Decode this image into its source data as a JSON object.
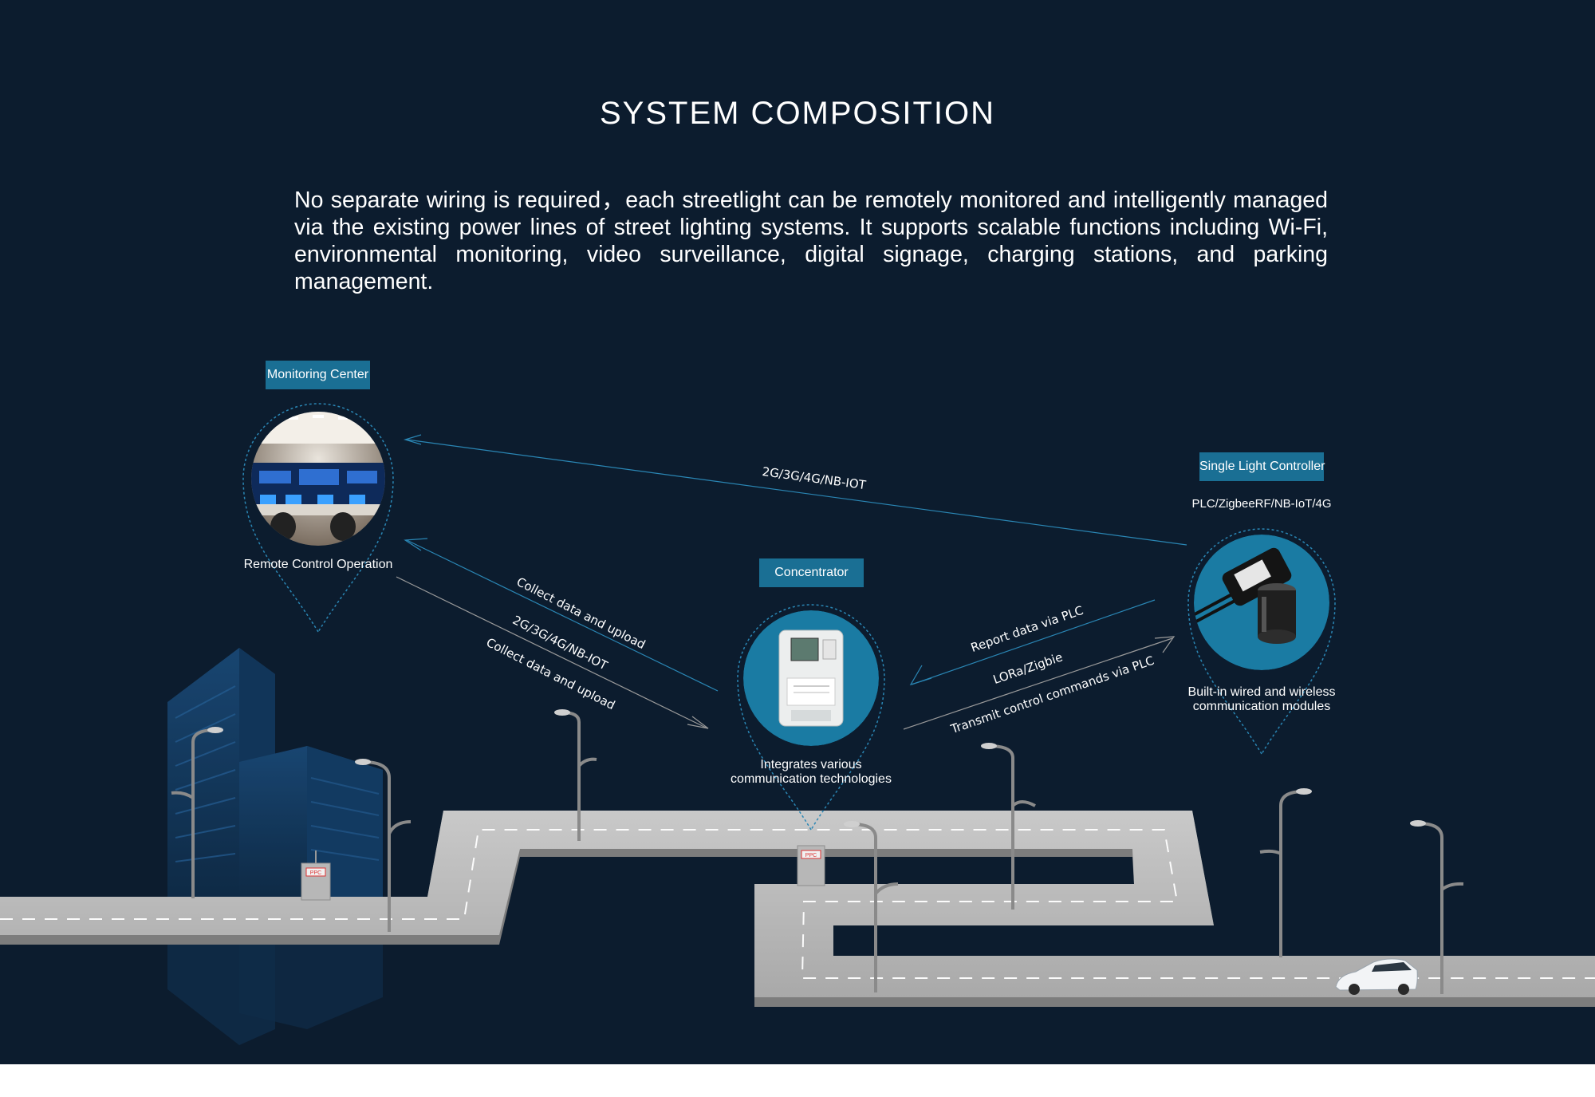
{
  "title": "SYSTEM COMPOSITION",
  "intro": "No separate wiring is required，each streetlight can be remotely monitored and intelligently managed via the existing power lines of street lighting systems. It supports scalable functions including Wi-Fi, environmental monitoring, video surveillance, digital signage, charging stations, and parking management.",
  "nodes": {
    "monitoring_center": {
      "label": "Monitoring Center",
      "caption": "Remote Control Operation"
    },
    "concentrator": {
      "label": "Concentrator",
      "caption_line1": "Integrates various",
      "caption_line2": "communication technologies",
      "device_tag": "PPC"
    },
    "single_light_controller": {
      "label": "Single Light Controller",
      "protocols": "PLC/ZigbeeRF/NB-IoT/4G",
      "caption_line1": "Built-in wired and wireless",
      "caption_line2": "communication modules"
    }
  },
  "links": {
    "top": "2G/3G/4G/NB-IOT",
    "collect_1": "Collect data and upload",
    "mid_protocol": "2G/3G/4G/NB-IOT",
    "collect_2": "Collect data and upload",
    "report": "Report data via PLC",
    "lora": "LORa/Zigbie",
    "transmit": "Transmit control commands via PLC"
  },
  "cabinet_tag": "PPC",
  "colors": {
    "background": "#0c1c2e",
    "accent": "#1a6f94",
    "road": "#b8b8b8",
    "building": "#17406a"
  }
}
